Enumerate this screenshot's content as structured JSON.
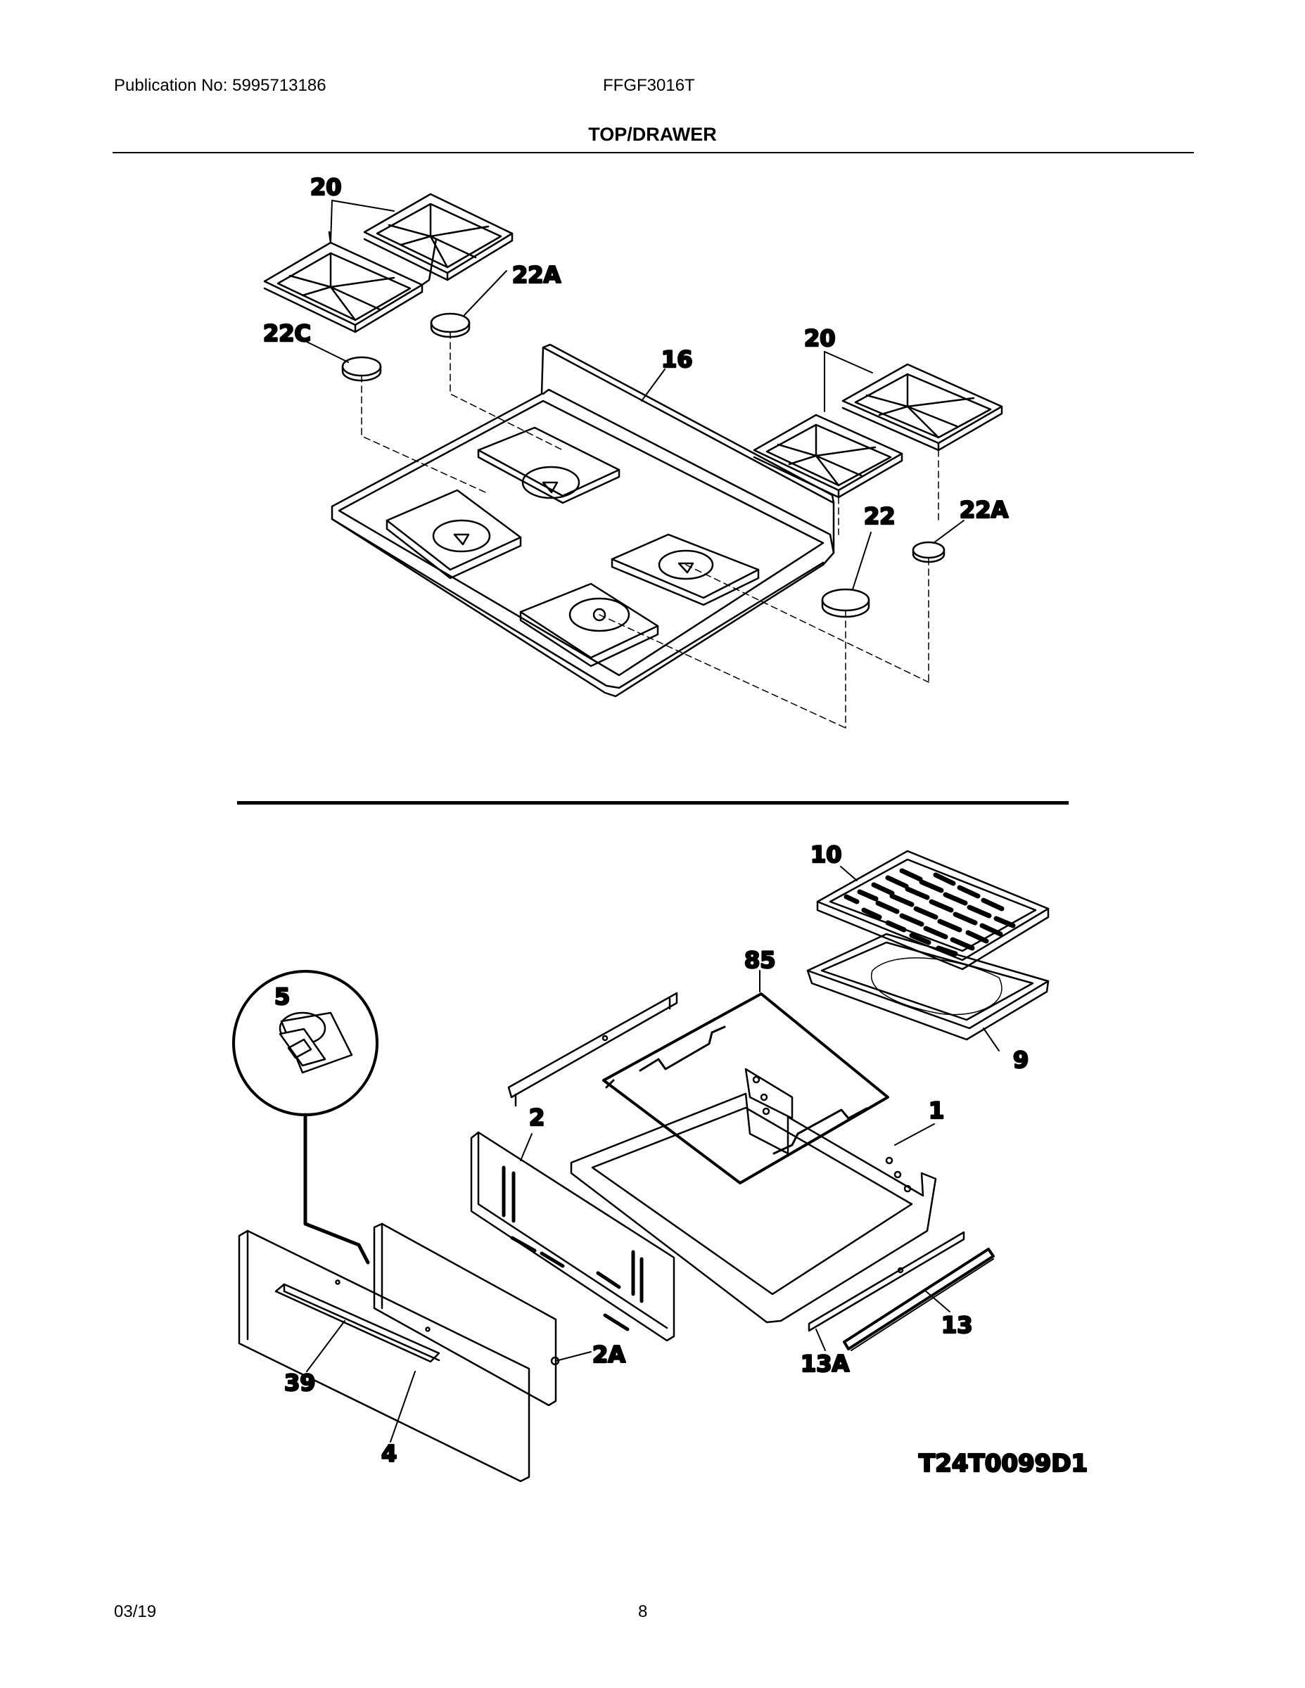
{
  "header": {
    "publication": "Publication No: 5995713186",
    "model": "FFGF3016T",
    "section_title": "TOP/DRAWER"
  },
  "callouts": {
    "grate_left": "20",
    "grate_right": "20",
    "cap_22a_left": "22A",
    "cap_22c": "22C",
    "top_16": "16",
    "cap_22": "22",
    "cap_22a_right": "22A",
    "broiler_grid_10": "10",
    "broiler_pan_9": "9",
    "rack_85": "85",
    "knob_5": "5",
    "panel_2": "2",
    "drawer_1": "1",
    "door_4": "4",
    "handle_39": "39",
    "liner_2a": "2A",
    "rail_13": "13",
    "rail_13a": "13A"
  },
  "diagram_code": "T24T0099D1",
  "footer": {
    "date": "03/19",
    "page": "8"
  }
}
